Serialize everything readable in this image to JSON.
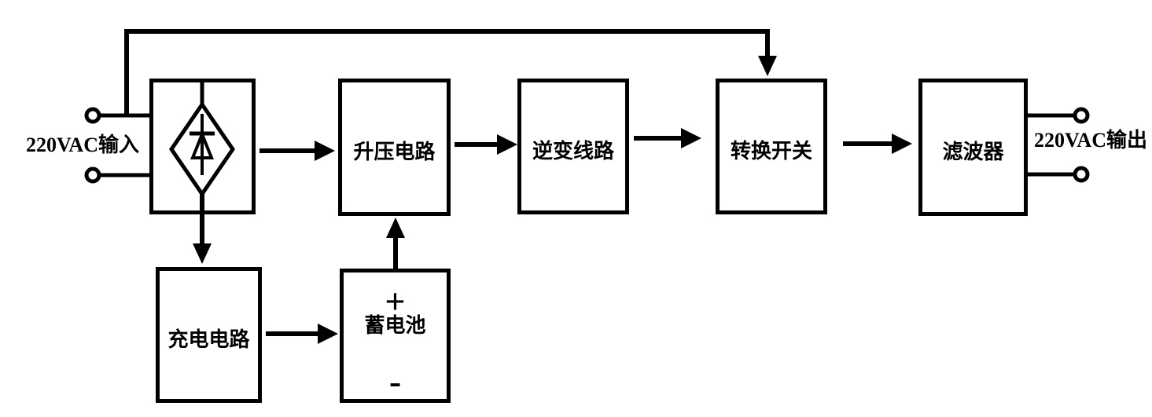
{
  "labels": {
    "input": "220VAC输入",
    "output": "220VAC输出"
  },
  "blocks": {
    "boost": "升压电路",
    "inverter": "逆变线路",
    "transfer_switch": "转换开关",
    "filter": "滤波器",
    "charger": "充电电路",
    "battery": "蓄电池",
    "battery_plus": "+",
    "battery_minus": "-"
  },
  "icons": {
    "rectifier_symbol": "diode-in-diamond",
    "terminal": "open-circle",
    "arrowhead": "solid-triangle"
  },
  "colors": {
    "line": "#000000",
    "background": "#ffffff"
  },
  "connections": [
    "ac-input -> rectifier",
    "ac-input -> transfer-switch (top bypass line)",
    "rectifier -> boost",
    "boost -> inverter",
    "inverter -> transfer-switch",
    "transfer-switch -> filter",
    "filter -> ac-output",
    "rectifier -> charger",
    "charger -> battery",
    "battery -> boost"
  ]
}
